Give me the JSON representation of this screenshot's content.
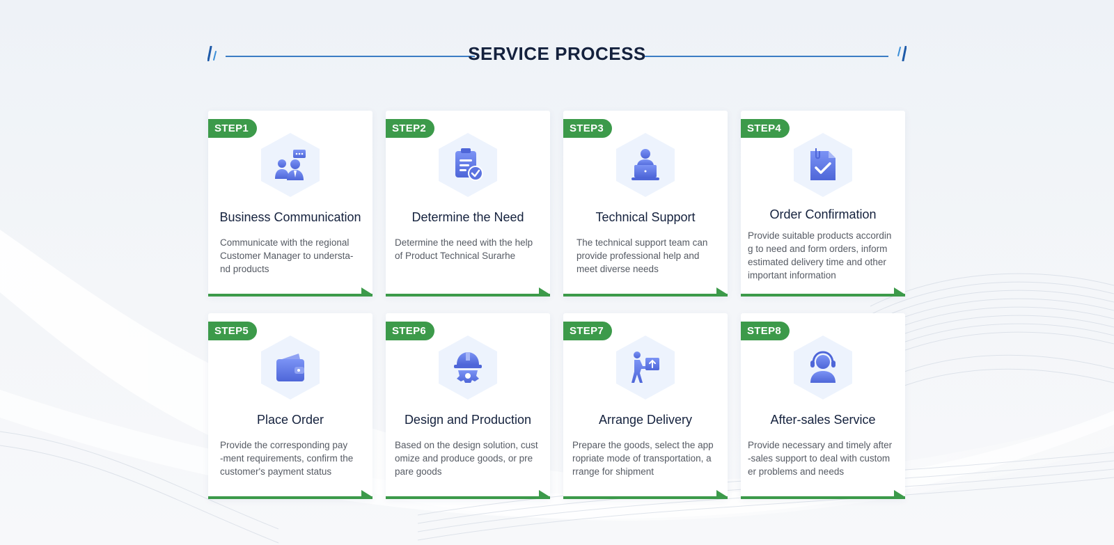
{
  "header": {
    "title": "SERVICE PROCESS"
  },
  "colors": {
    "accent_green": "#3c9a4a",
    "icon_blue": "#5b73e0",
    "hex_bg": "#edf3fd",
    "title_navy": "#14213d"
  },
  "steps": [
    {
      "badge": "STEP1",
      "icon": "business-communication-icon",
      "title": "Business Communication",
      "desc": "Communicate with the regional\nCustomer Manager to understa-\nnd products"
    },
    {
      "badge": "STEP2",
      "icon": "clipboard-check-icon",
      "title": "Determine the Need",
      "desc": "Determine the need with the help\nof Product Technical Surarhe"
    },
    {
      "badge": "STEP3",
      "icon": "laptop-user-icon",
      "title": "Technical Support",
      "desc": "The technical support team can\n provide professional help and\nmeet diverse  needs"
    },
    {
      "badge": "STEP4",
      "icon": "document-check-icon",
      "title": "Order Confirmation",
      "desc": "Provide suitable products accordin\ng to need and form orders, inform\nestimated delivery time and other\nimportant  information"
    },
    {
      "badge": "STEP5",
      "icon": "wallet-icon",
      "title": "Place Order",
      "desc": "Provide the corresponding pay\n-ment requirements, confirm the\n customer's payment status"
    },
    {
      "badge": "STEP6",
      "icon": "helmet-gear-icon",
      "title": "Design and Production",
      "desc": "Based on the design solution, cust\nomize and produce goods, or pre\npare goods"
    },
    {
      "badge": "STEP7",
      "icon": "delivery-person-icon",
      "title": "Arrange Delivery",
      "desc": "Prepare the goods, select the app\nropriate mode of transportation, a\nrrange for shipment"
    },
    {
      "badge": "STEP8",
      "icon": "headset-support-icon",
      "title": "After-sales Service",
      "desc": "Provide necessary and timely after\n-sales support to deal with custom\ner  problems and needs"
    }
  ]
}
